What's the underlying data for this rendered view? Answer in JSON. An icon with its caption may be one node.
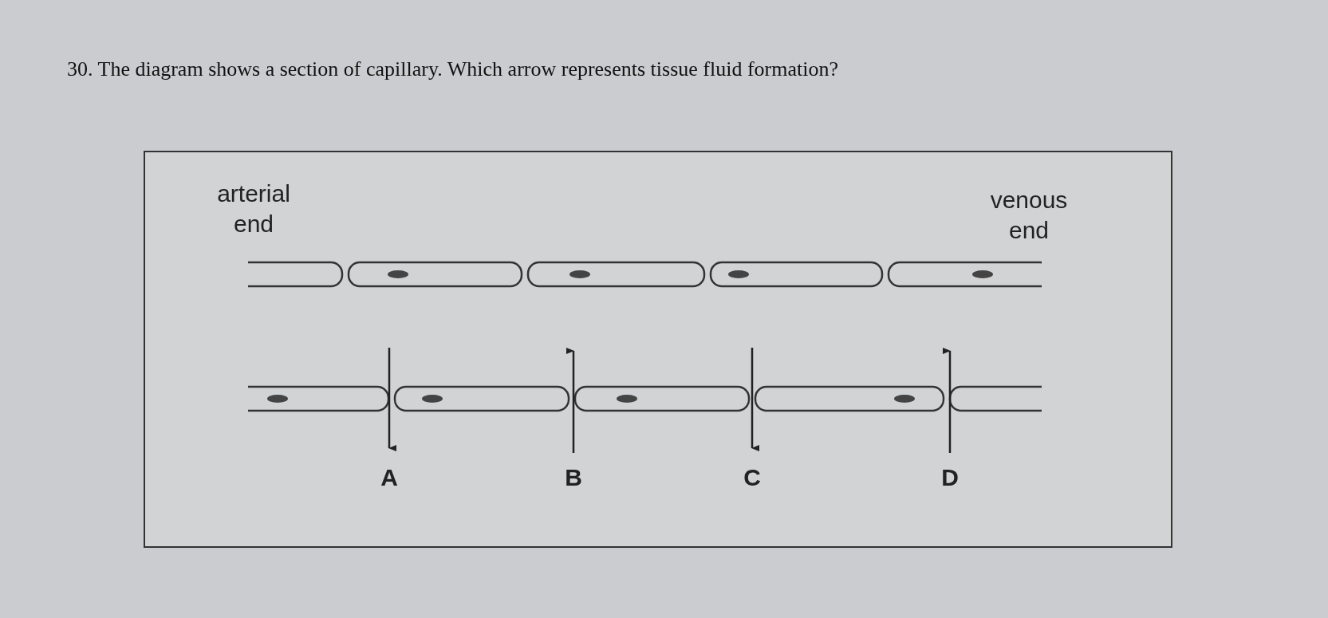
{
  "diagram": {
    "title": "30. The diagram shows a section of capillary. Which arrow represents tissue fluid formation?",
    "labels": [
      "arterial end",
      "venous end",
      "A",
      "B",
      "C",
      "D"
    ]
  }
}
